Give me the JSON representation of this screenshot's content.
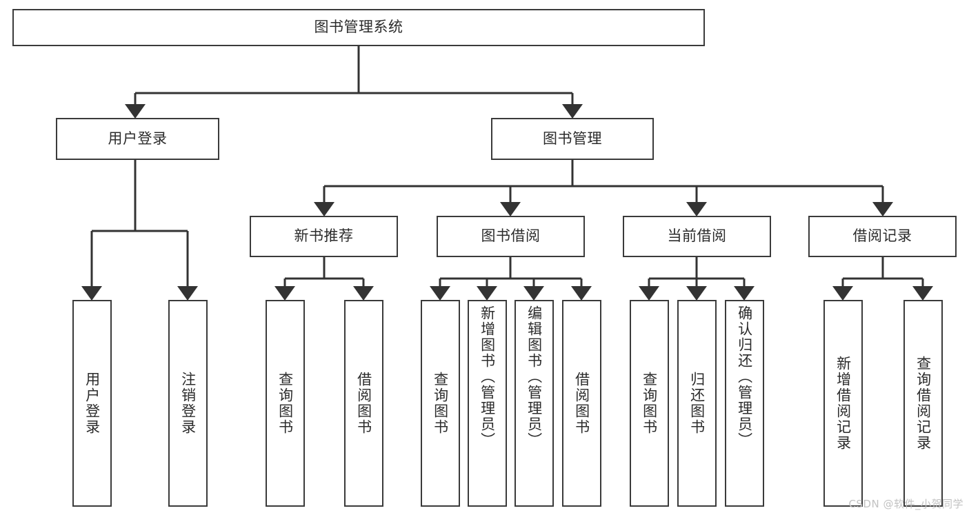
{
  "diagram": {
    "title": "图书管理系统",
    "type": "tree",
    "root": {
      "label": "图书管理系统",
      "orientation": "horizontal"
    },
    "level2": [
      {
        "label": "用户登录",
        "orientation": "horizontal"
      },
      {
        "label": "图书管理",
        "orientation": "horizontal"
      }
    ],
    "level3": [
      {
        "label": "新书推荐",
        "orientation": "horizontal"
      },
      {
        "label": "图书借阅",
        "orientation": "horizontal"
      },
      {
        "label": "当前借阅",
        "orientation": "horizontal"
      },
      {
        "label": "借阅记录",
        "orientation": "horizontal"
      }
    ],
    "leaves": {
      "user_login": [
        {
          "label": "用户登录",
          "orientation": "vertical"
        },
        {
          "label": "注销登录",
          "orientation": "vertical"
        }
      ],
      "new_book_recommend": [
        {
          "label": "查询图书",
          "orientation": "vertical"
        },
        {
          "label": "借阅图书",
          "orientation": "vertical"
        }
      ],
      "book_borrow": [
        {
          "label": "查询图书",
          "orientation": "vertical"
        },
        {
          "label": "新增图书（管理员）",
          "orientation": "vertical"
        },
        {
          "label": "编辑图书（管理员）",
          "orientation": "vertical"
        },
        {
          "label": "借阅图书",
          "orientation": "vertical"
        }
      ],
      "current_borrow": [
        {
          "label": "查询图书",
          "orientation": "vertical"
        },
        {
          "label": "归还图书",
          "orientation": "vertical"
        },
        {
          "label": "确认归还（管理员）",
          "orientation": "vertical"
        }
      ],
      "borrow_record": [
        {
          "label": "新增借阅记录",
          "orientation": "vertical"
        },
        {
          "label": "查询借阅记录",
          "orientation": "vertical"
        }
      ]
    },
    "colors": {
      "border": "#3a3a3a",
      "connector": "#333333",
      "text": "#2b2b2b",
      "background": "#ffffff",
      "watermark": "#c2c2c2"
    }
  },
  "watermark": {
    "text": "CSDN @软件_小贺同学"
  }
}
